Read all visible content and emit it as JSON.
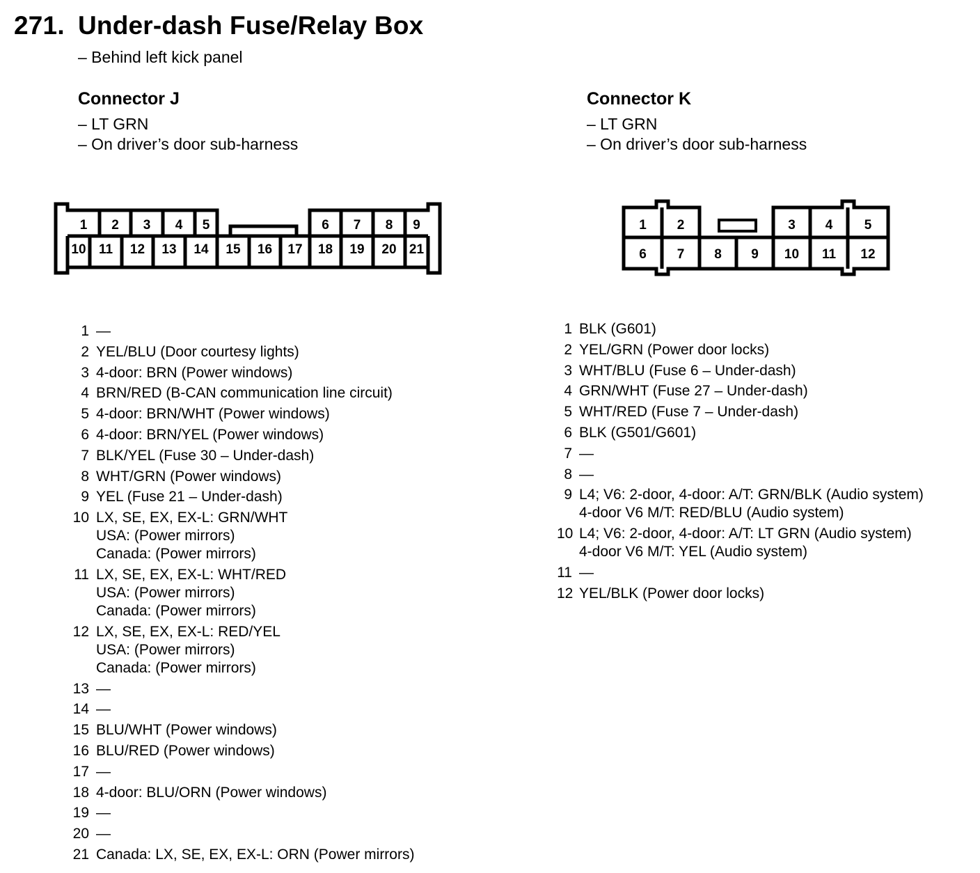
{
  "title": {
    "number": "271.",
    "text": "Under-dash Fuse/Relay Box"
  },
  "subtitle": "– Behind left kick panel",
  "connector_j": {
    "name": "Connector J",
    "color": "– LT GRN",
    "location": "– On driver’s door sub-harness",
    "cavities": [
      "1",
      "2",
      "3",
      "4",
      "5",
      "6",
      "7",
      "8",
      "9",
      "10",
      "11",
      "12",
      "13",
      "14",
      "15",
      "16",
      "17",
      "18",
      "19",
      "20",
      "21"
    ],
    "pins": [
      {
        "n": "1",
        "lines": [
          "—"
        ]
      },
      {
        "n": "2",
        "lines": [
          "YEL/BLU (Door courtesy lights)"
        ]
      },
      {
        "n": "3",
        "lines": [
          "4-door: BRN (Power windows)"
        ]
      },
      {
        "n": "4",
        "lines": [
          "BRN/RED (B-CAN communication line circuit)"
        ]
      },
      {
        "n": "5",
        "lines": [
          "4-door: BRN/WHT (Power windows)"
        ]
      },
      {
        "n": "6",
        "lines": [
          "4-door: BRN/YEL (Power windows)"
        ]
      },
      {
        "n": "7",
        "lines": [
          "BLK/YEL (Fuse 30 – Under-dash)"
        ]
      },
      {
        "n": "8",
        "lines": [
          "WHT/GRN (Power windows)"
        ]
      },
      {
        "n": "9",
        "lines": [
          "YEL (Fuse 21 – Under-dash)"
        ]
      },
      {
        "n": "10",
        "lines": [
          "LX, SE, EX, EX-L: GRN/WHT",
          "USA: (Power mirrors)",
          "Canada: (Power mirrors)"
        ]
      },
      {
        "n": "11",
        "lines": [
          "LX, SE, EX, EX-L: WHT/RED",
          "USA: (Power mirrors)",
          "Canada: (Power mirrors)"
        ]
      },
      {
        "n": "12",
        "lines": [
          "LX, SE, EX, EX-L: RED/YEL",
          "USA: (Power mirrors)",
          "Canada: (Power mirrors)"
        ]
      },
      {
        "n": "13",
        "lines": [
          "—"
        ]
      },
      {
        "n": "14",
        "lines": [
          "—"
        ]
      },
      {
        "n": "15",
        "lines": [
          "BLU/WHT (Power windows)"
        ]
      },
      {
        "n": "16",
        "lines": [
          "BLU/RED (Power windows)"
        ]
      },
      {
        "n": "17",
        "lines": [
          "—"
        ]
      },
      {
        "n": "18",
        "lines": [
          "4-door: BLU/ORN (Power windows)"
        ]
      },
      {
        "n": "19",
        "lines": [
          "—"
        ]
      },
      {
        "n": "20",
        "lines": [
          "—"
        ]
      },
      {
        "n": "21",
        "lines": [
          "Canada: LX, SE, EX, EX-L: ORN (Power mirrors)"
        ]
      }
    ]
  },
  "connector_k": {
    "name": "Connector K",
    "color": "– LT GRN",
    "location": "– On driver’s door sub-harness",
    "cavities": [
      "1",
      "2",
      "3",
      "4",
      "5",
      "6",
      "7",
      "8",
      "9",
      "10",
      "11",
      "12"
    ],
    "pins": [
      {
        "n": "1",
        "lines": [
          "BLK (G601)"
        ]
      },
      {
        "n": "2",
        "lines": [
          "YEL/GRN (Power door locks)"
        ]
      },
      {
        "n": "3",
        "lines": [
          "WHT/BLU (Fuse 6 – Under-dash)"
        ]
      },
      {
        "n": "4",
        "lines": [
          "GRN/WHT (Fuse 27 – Under-dash)"
        ]
      },
      {
        "n": "5",
        "lines": [
          "WHT/RED (Fuse 7 – Under-dash)"
        ]
      },
      {
        "n": "6",
        "lines": [
          "BLK (G501/G601)"
        ]
      },
      {
        "n": "7",
        "lines": [
          "—"
        ]
      },
      {
        "n": "8",
        "lines": [
          "—"
        ]
      },
      {
        "n": "9",
        "lines": [
          "L4; V6: 2-door, 4-door: A/T: GRN/BLK (Audio system)",
          "4-door V6 M/T: RED/BLU (Audio system)"
        ]
      },
      {
        "n": "10",
        "lines": [
          "L4; V6: 2-door, 4-door: A/T: LT GRN (Audio system)",
          "4-door V6 M/T: YEL (Audio system)"
        ]
      },
      {
        "n": "11",
        "lines": [
          "—"
        ]
      },
      {
        "n": "12",
        "lines": [
          "YEL/BLK (Power door locks)"
        ]
      }
    ]
  }
}
